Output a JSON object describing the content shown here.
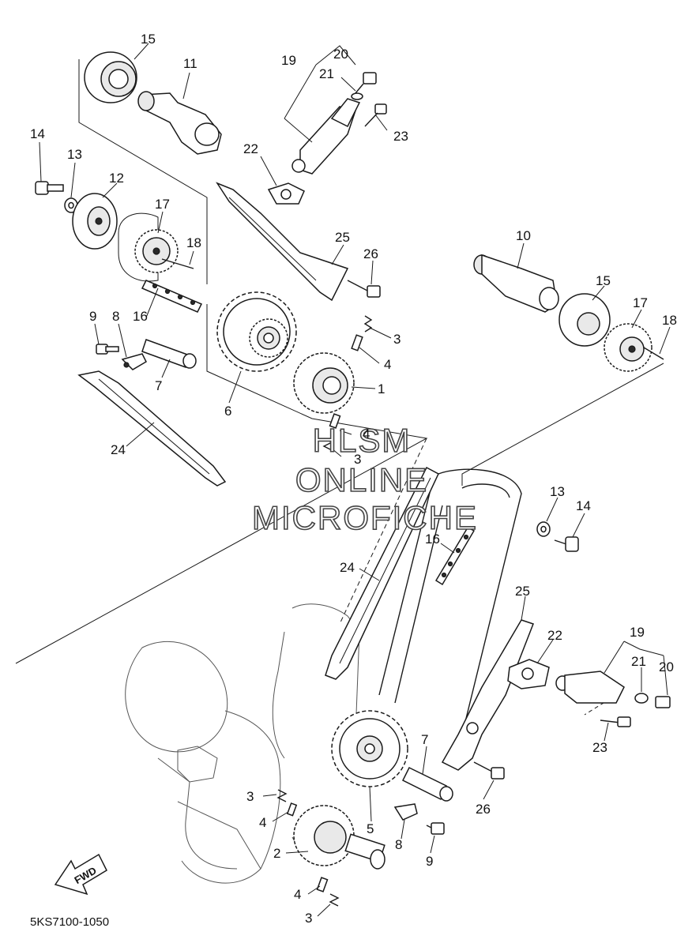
{
  "callouts": {
    "c1": "1",
    "c2": "2",
    "c3a": "3",
    "c3b": "3",
    "c3c": "3",
    "c3d": "3",
    "c4a": "4",
    "c4b": "4",
    "c4c": "4",
    "c4d": "4",
    "c5": "5",
    "c6": "6",
    "c7a": "7",
    "c7b": "7",
    "c8a": "8",
    "c8b": "8",
    "c9a": "9",
    "c9b": "9",
    "c10": "10",
    "c11": "11",
    "c12": "12",
    "c13a": "13",
    "c13b": "13",
    "c14a": "14",
    "c14b": "14",
    "c15a": "15",
    "c15b": "15",
    "c16a": "16",
    "c16b": "16",
    "c17a": "17",
    "c17b": "17",
    "c18a": "18",
    "c18b": "18",
    "c19a": "19",
    "c19b": "19",
    "c20a": "20",
    "c20b": "20",
    "c21a": "21",
    "c21b": "21",
    "c22a": "22",
    "c22b": "22",
    "c23a": "23",
    "c23b": "23",
    "c24a": "24",
    "c24b": "24",
    "c25a": "25",
    "c25b": "25",
    "c26a": "26",
    "c26b": "26"
  },
  "watermark": {
    "line1": "HLSM",
    "line2": "ONLINE",
    "line3": "MICROFICHE"
  },
  "direction_label": "FWD",
  "diagram_code": "5KS7100-1050"
}
